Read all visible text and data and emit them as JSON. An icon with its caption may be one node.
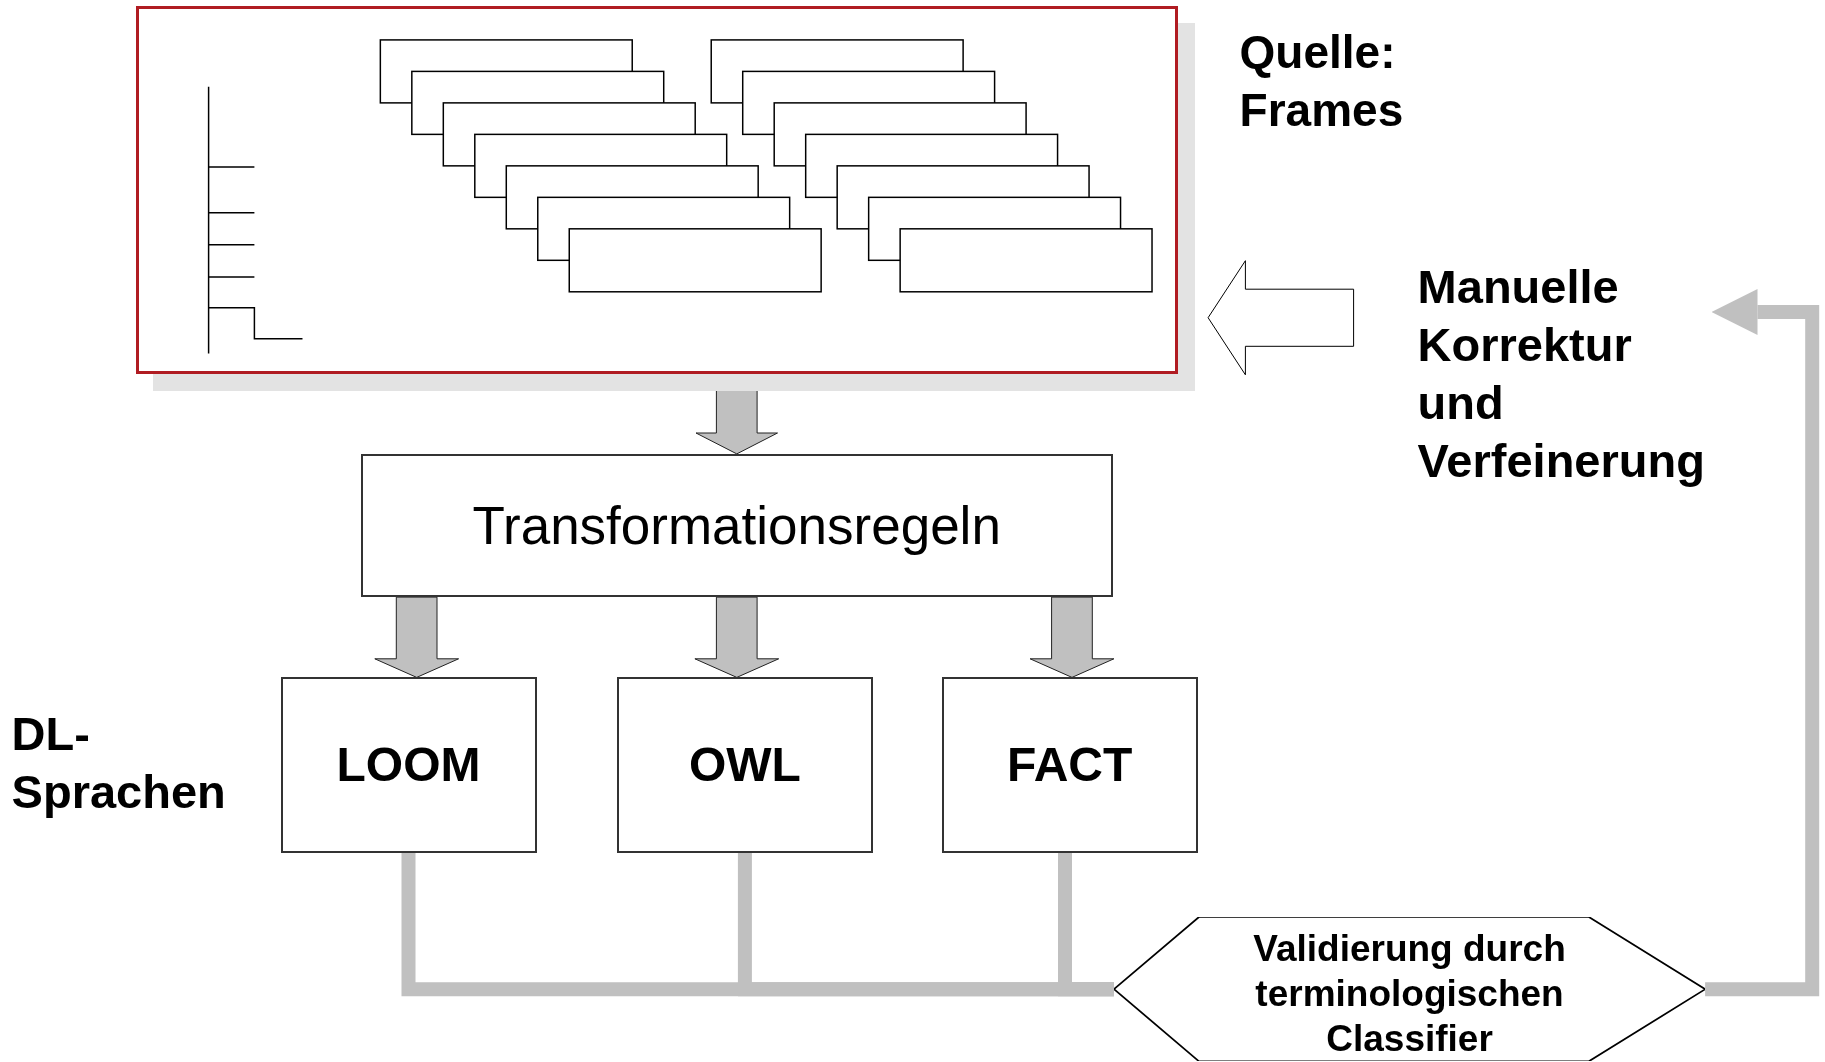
{
  "diagram": {
    "nodes": [
      {
        "text": [],
        "shape": "picture",
        "beside": [
          "Quelle: Frames"
        ]
      },
      {
        "text": [
          "Manuelle Korrektur und Verfeinerung"
        ]
      },
      {
        "text": [
          "Transformationsregeln"
        ]
      },
      {
        "text": [
          "LOOM"
        ]
      },
      {
        "text": [
          "OWL"
        ]
      },
      {
        "text": [
          "FACT"
        ]
      },
      {
        "text": [
          "Validierung durch terminologischen Classifier"
        ]
      }
    ],
    "edges": [
      {
        "from": 0,
        "to": 2,
        "arrow": "to",
        "color": "#c0c0c0"
      },
      {
        "from": 2,
        "to": 3,
        "arrow": "to",
        "color": "#c0c0c0"
      },
      {
        "from": 2,
        "to": 4,
        "arrow": "to",
        "color": "#c0c0c0"
      },
      {
        "from": 2,
        "to": 5,
        "arrow": "to",
        "color": "#c0c0c0"
      },
      {
        "from": 3,
        "to": 6,
        "arrow": "none",
        "color": "#c0c0c0"
      },
      {
        "from": 4,
        "to": 6,
        "arrow": "none",
        "color": "#c0c0c0"
      },
      {
        "from": 5,
        "to": 6,
        "arrow": "none",
        "color": "#c0c0c0"
      },
      {
        "from": 6,
        "to": 1,
        "arrow": "to",
        "color": "#c0c0c0"
      },
      {
        "from": 1,
        "to": 0,
        "arrow": "to",
        "color": "#ffffff"
      }
    ],
    "labels": [
      "DL- Sprachen"
    ]
  }
}
